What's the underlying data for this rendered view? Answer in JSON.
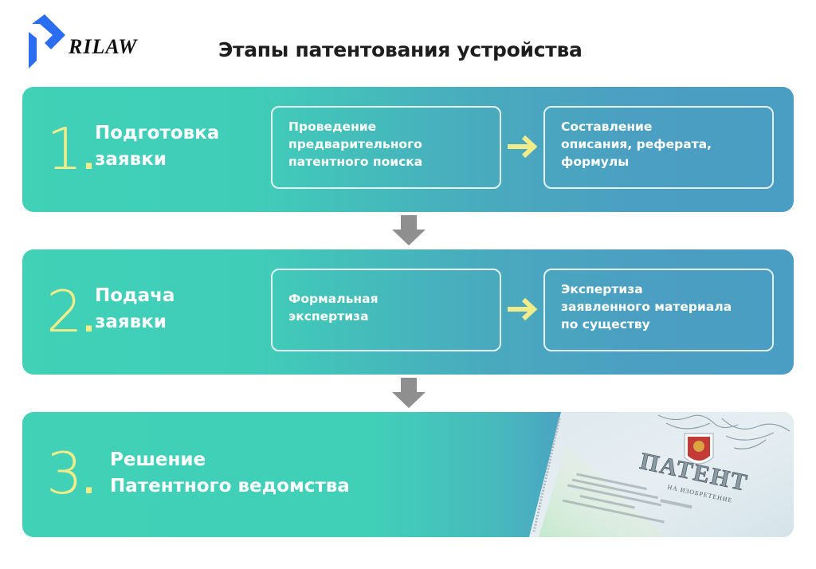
{
  "logo": {
    "text": "RILAW",
    "brand_color": "#2b6df0"
  },
  "title": "Этапы патентования устройства",
  "colors": {
    "teal": "#40d1b7",
    "blue": "#4a9dc3",
    "accent_yellow": "#f1ec8a",
    "arrow_gray": "#8f8f8f"
  },
  "stages": [
    {
      "number": "1",
      "title_line1": "Подготовка",
      "title_line2": "заявки",
      "steps": [
        {
          "lines": [
            "Проведение",
            "предварительного",
            "патентного поиска"
          ]
        },
        {
          "lines": [
            "Составление",
            "описания, реферата,",
            "формулы"
          ]
        }
      ]
    },
    {
      "number": "2",
      "title_line1": "Подача",
      "title_line2": "заявки",
      "steps": [
        {
          "lines": [
            "Формальная",
            "экспертиза"
          ]
        },
        {
          "lines": [
            "Экспертиза",
            "заявленного материала",
            "по существу"
          ]
        }
      ]
    },
    {
      "number": "3",
      "title_line1": "Решение",
      "title_line2": "Патентного ведомства",
      "image": {
        "heading": "ПАТЕНТ",
        "subheading": "НА ИЗОБРЕТЕНИЕ",
        "emblem": "russian-coat-of-arms-icon"
      }
    }
  ]
}
